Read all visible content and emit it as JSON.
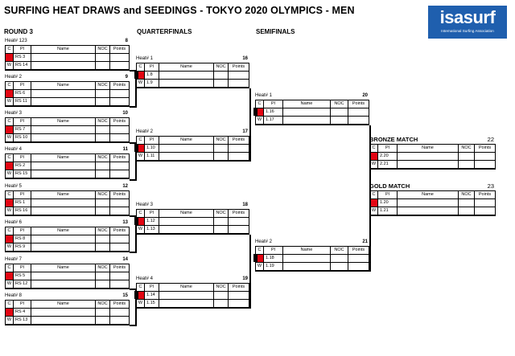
{
  "title": "SURFING HEAT DRAWS and  SEEDINGS  - TOKYO 2020 OLYMPICS - MEN",
  "logo": {
    "word": "isasurf",
    "sub": "International Surfing Association"
  },
  "columns": {
    "r3": "ROUND 3",
    "qf": "QUARTERFINALS",
    "sf": "SEMIFINALS"
  },
  "headers": {
    "c": "C",
    "pl": "Pl",
    "name": "Name",
    "noc": "NOC",
    "points": "Points"
  },
  "round3": [
    {
      "label": "Heat# 123",
      "num": "8",
      "r1": [
        "",
        "RS 3"
      ],
      "r2": [
        "W",
        "RS 14"
      ]
    },
    {
      "label": "Heat# 2",
      "num": "9",
      "r1": [
        "",
        "RS 6"
      ],
      "r2": [
        "W",
        "RS 11"
      ]
    },
    {
      "label": "Heat# 3",
      "num": "10",
      "r1": [
        "",
        "RS 7"
      ],
      "r2": [
        "W",
        "RS 10"
      ]
    },
    {
      "label": "Heat# 4",
      "num": "11",
      "r1": [
        "",
        "RS 2"
      ],
      "r2": [
        "W",
        "RS 15"
      ]
    },
    {
      "label": "Heat# 5",
      "num": "12",
      "r1": [
        "",
        "RS 1"
      ],
      "r2": [
        "W",
        "RS 16"
      ]
    },
    {
      "label": "Heat# 6",
      "num": "13",
      "r1": [
        "",
        "RS 8"
      ],
      "r2": [
        "W",
        "RS 9"
      ]
    },
    {
      "label": "Heat# 7",
      "num": "14",
      "r1": [
        "",
        "RS 5"
      ],
      "r2": [
        "W",
        "RS 12"
      ]
    },
    {
      "label": "Heat# 8",
      "num": "15",
      "r1": [
        "",
        "RS 4"
      ],
      "r2": [
        "W",
        "RS 13"
      ]
    }
  ],
  "quarterfinals": [
    {
      "label": "Heat# 1",
      "num": "16",
      "r1": [
        "",
        "1.8"
      ],
      "r2": [
        "W",
        "1.9"
      ]
    },
    {
      "label": "Heat# 2",
      "num": "17",
      "r1": [
        "",
        "1.10"
      ],
      "r2": [
        "W",
        "1.11"
      ]
    },
    {
      "label": "Heat# 3",
      "num": "18",
      "r1": [
        "",
        "1.12"
      ],
      "r2": [
        "W",
        "1.13"
      ]
    },
    {
      "label": "Heat# 4",
      "num": "19",
      "r1": [
        "",
        "1.14"
      ],
      "r2": [
        "W",
        "1.15"
      ]
    }
  ],
  "semifinals": [
    {
      "label": "Heat# 1",
      "num": "20",
      "r1": [
        "",
        "1.16"
      ],
      "r2": [
        "W",
        "1.17"
      ]
    },
    {
      "label": "Heat# 2",
      "num": "21",
      "r1": [
        "",
        "1.18"
      ],
      "r2": [
        "W",
        "1.19"
      ]
    }
  ],
  "finals": [
    {
      "label": "BRONZE MATCH",
      "num": "22",
      "r1": [
        "",
        "2.20"
      ],
      "r2": [
        "W",
        "2.21"
      ]
    },
    {
      "label": "GOLD MATCH",
      "num": "23",
      "r1": [
        "",
        "1.20"
      ],
      "r2": [
        "W",
        "1.21"
      ]
    }
  ],
  "colors": {
    "seed_red": "#e30613",
    "logo_blue": "#1f5fae"
  }
}
